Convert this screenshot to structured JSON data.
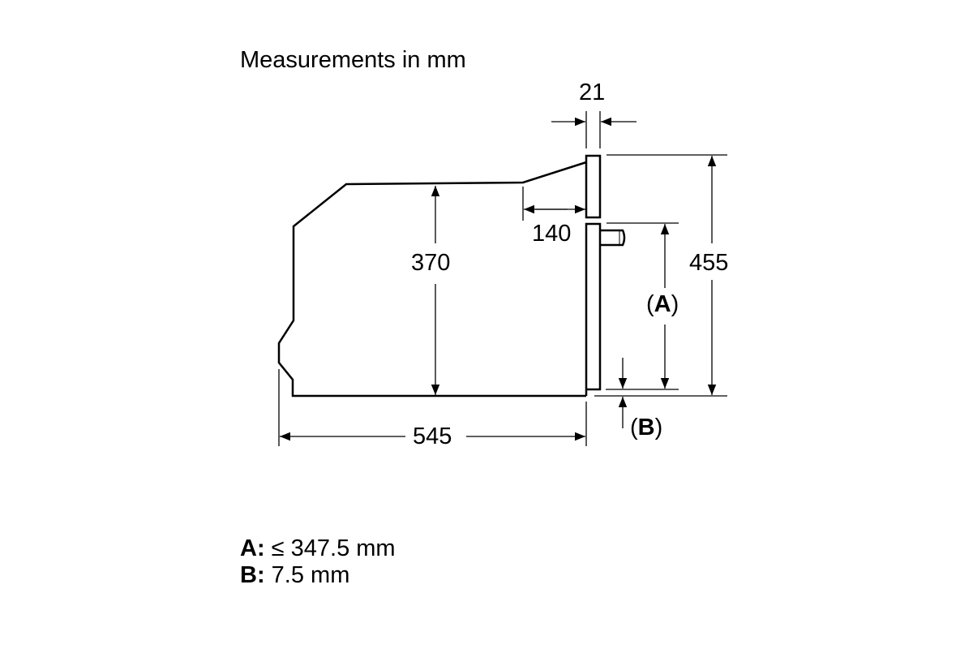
{
  "title": "Measurements in mm",
  "dimensions": {
    "door_thickness": "21",
    "panel_offset": "140",
    "inner_height": "370",
    "total_height": "455",
    "depth": "545",
    "label_a_open": "(",
    "label_a": "A",
    "label_a_close": ")",
    "label_b_open": "(",
    "label_b": "B",
    "label_b_close": ")"
  },
  "legend": [
    {
      "key": "A:",
      "value": "≤ 347.5 mm"
    },
    {
      "key": "B:",
      "value": "7.5 mm"
    }
  ]
}
